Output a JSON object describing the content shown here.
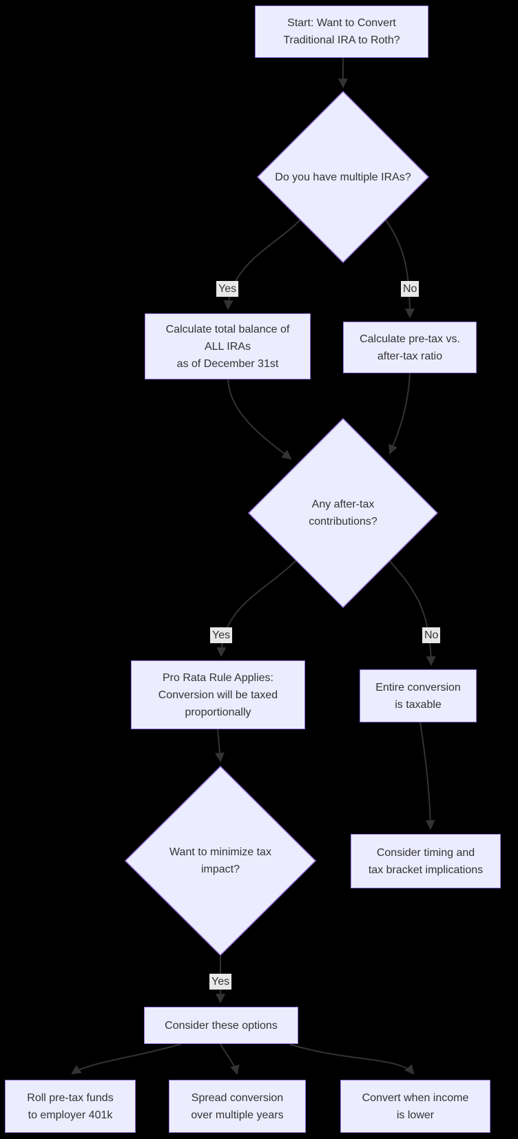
{
  "diagram": {
    "type": "flowchart",
    "background_color": "#000000",
    "node_fill_color": "#ECECFF",
    "node_border_color": "#9370DB",
    "edge_color": "#333333",
    "text_color": "#333333",
    "edge_label_bg_color": "#e8e8e8",
    "nodes": {
      "start": {
        "shape": "rect",
        "label": "Start: Want to Convert\nTraditional IRA to Roth?"
      },
      "multiple_iras": {
        "shape": "diamond",
        "label": "Do you have multiple IRAs?"
      },
      "calc_total": {
        "shape": "rect",
        "label": "Calculate total balance of\nALL IRAs\nas of December 31st"
      },
      "calc_ratio": {
        "shape": "rect",
        "label": "Calculate pre-tax vs.\nafter-tax ratio"
      },
      "after_tax": {
        "shape": "diamond",
        "label": "Any after-tax\ncontributions?"
      },
      "pro_rata": {
        "shape": "rect",
        "label": "Pro Rata Rule Applies:\nConversion will be taxed\nproportionally"
      },
      "entire_taxable": {
        "shape": "rect",
        "label": "Entire conversion\nis taxable"
      },
      "minimize_tax": {
        "shape": "diamond",
        "label": "Want to minimize tax\nimpact?"
      },
      "consider_timing": {
        "shape": "rect",
        "label": "Consider timing and\ntax bracket implications"
      },
      "consider_options": {
        "shape": "rect",
        "label": "Consider these options"
      },
      "option_401k": {
        "shape": "rect",
        "label": "Roll pre-tax funds\nto employer 401k"
      },
      "option_spread": {
        "shape": "rect",
        "label": "Spread conversion\nover multiple years"
      },
      "option_income": {
        "shape": "rect",
        "label": "Convert when income\nis lower"
      }
    },
    "edge_labels": {
      "yes1": "Yes",
      "no1": "No",
      "yes2": "Yes",
      "no2": "No",
      "yes3": "Yes"
    }
  }
}
